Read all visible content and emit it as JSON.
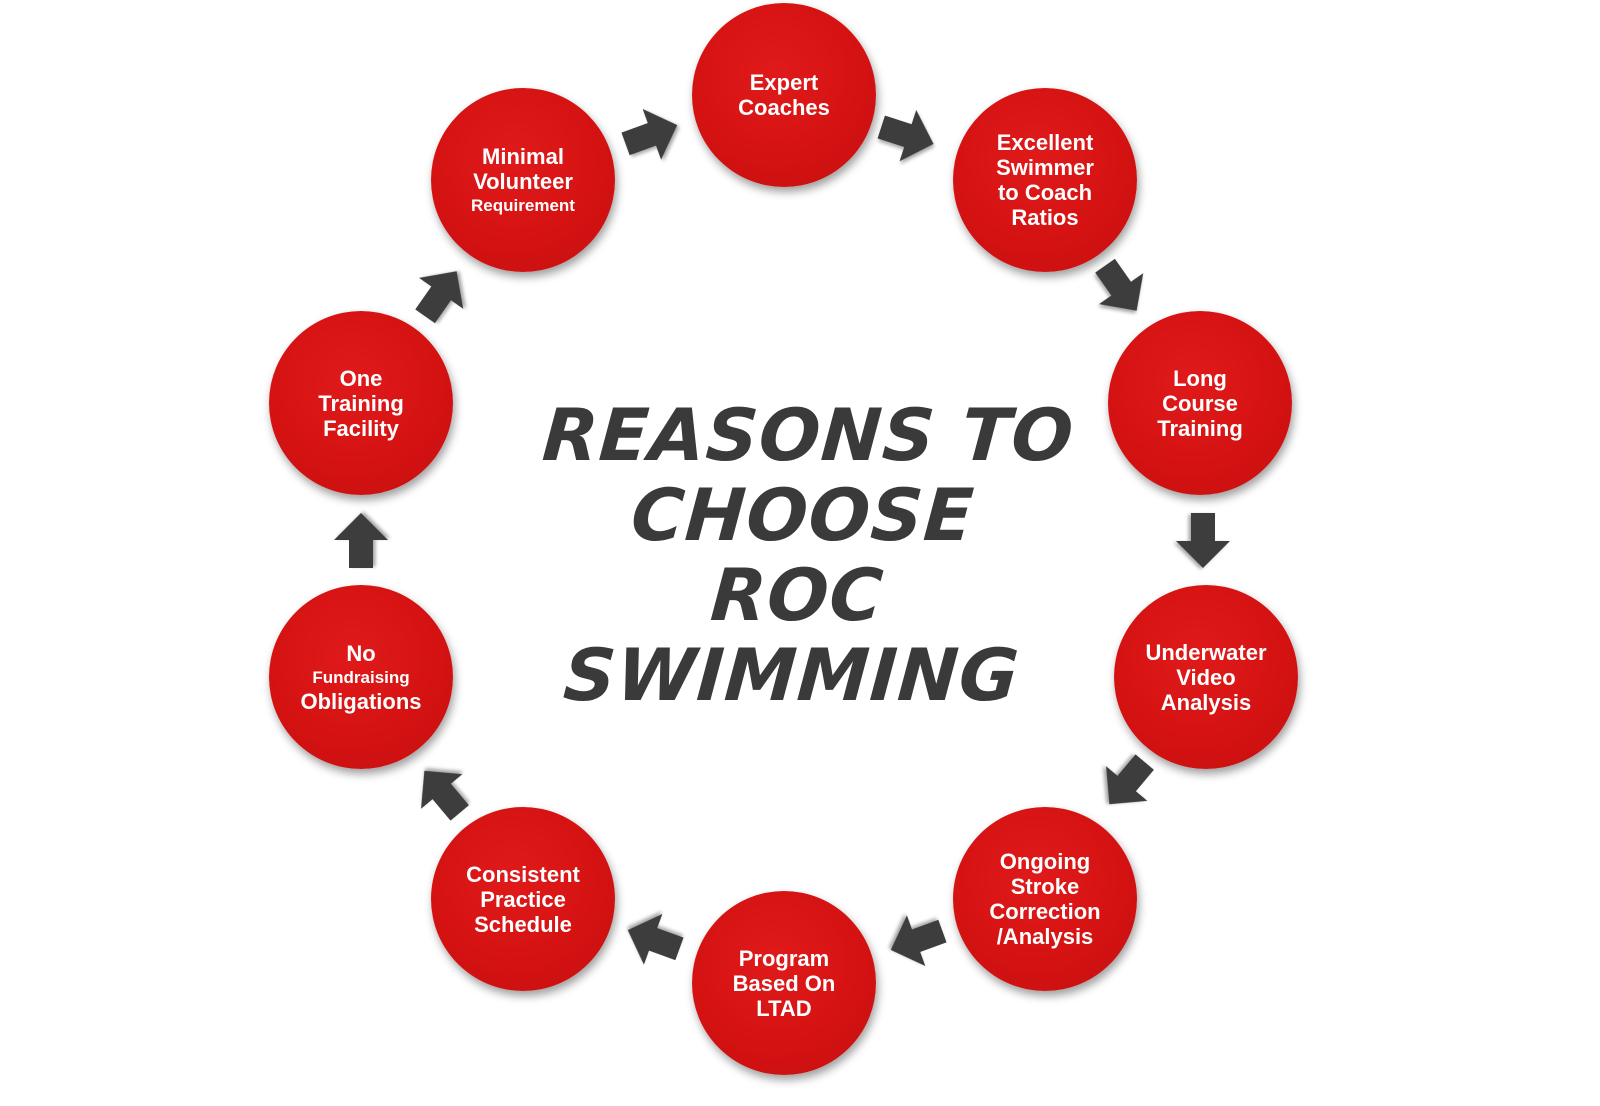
{
  "title_lines": [
    "REASONS TO",
    "CHOOSE",
    "ROC SWIMMING"
  ],
  "colors": {
    "node": "#d51212",
    "arrow": "#3d3d3d",
    "title": "#3a3a3a",
    "node_text": "#ffffff"
  },
  "nodes": [
    {
      "id": "expert-coaches",
      "lines": [
        "Expert",
        "Coaches"
      ]
    },
    {
      "id": "excellent-ratios",
      "lines": [
        "Excellent",
        "Swimmer",
        "to Coach",
        "Ratios"
      ]
    },
    {
      "id": "long-course",
      "lines": [
        "Long",
        "Course",
        "Training"
      ]
    },
    {
      "id": "underwater-video",
      "lines": [
        "Underwater",
        "Video",
        "Analysis"
      ]
    },
    {
      "id": "ongoing-stroke",
      "lines": [
        "Ongoing",
        "Stroke",
        "Correction",
        "/Analysis"
      ]
    },
    {
      "id": "program-ltad",
      "lines": [
        "Program",
        "Based On",
        "LTAD"
      ]
    },
    {
      "id": "consistent-schedule",
      "lines": [
        "Consistent",
        "Practice",
        "Schedule"
      ]
    },
    {
      "id": "no-fundraising",
      "lines": [
        "No",
        "Fundraising",
        "Obligations"
      ],
      "small": [
        1
      ]
    },
    {
      "id": "one-facility",
      "lines": [
        "One",
        "Training",
        "Facility"
      ]
    },
    {
      "id": "minimal-volunteer",
      "lines": [
        "Minimal",
        "Volunteer",
        "Requirement"
      ],
      "small": [
        2
      ]
    }
  ],
  "arrow_icon": "block-arrow-icon"
}
